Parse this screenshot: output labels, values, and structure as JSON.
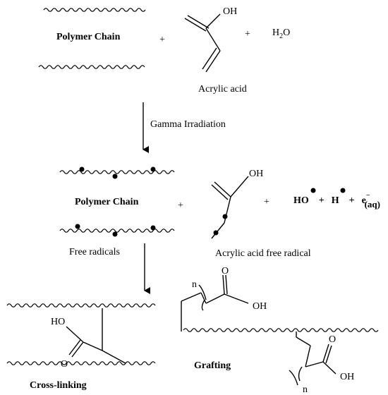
{
  "stage1": {
    "polymer_label": "Polymer Chain",
    "plus1": "+",
    "plus2": "+",
    "oh": "OH",
    "water": {
      "h": "H",
      "sub": "2",
      "o": "O"
    },
    "acrylic_label": "Acrylic acid"
  },
  "arrow1": {
    "label": "Gamma Irradiation"
  },
  "stage2": {
    "polymer_label": "Polymer Chain",
    "plus1": "+",
    "plus2": "+",
    "oh": "OH",
    "free_radicals_label": "Free radicals",
    "acrylic_radical_label": "Acrylic acid free radical",
    "species": {
      "ho": "HO",
      "plus_a": "+",
      "h": "H",
      "plus_b": "+",
      "e": "e",
      "e_charge": "−",
      "e_sub": "(aq)"
    }
  },
  "stage3": {
    "crosslink_ho": "HO",
    "crosslink_o": "O",
    "crosslinking_label": "Cross-linking",
    "graft_n_top": "n",
    "graft_o_top": "O",
    "graft_oh_top": "OH",
    "grafting_label": "Grafting",
    "graft_o_bottom": "O",
    "graft_oh_bottom": "OH",
    "graft_n_bottom": "n"
  }
}
